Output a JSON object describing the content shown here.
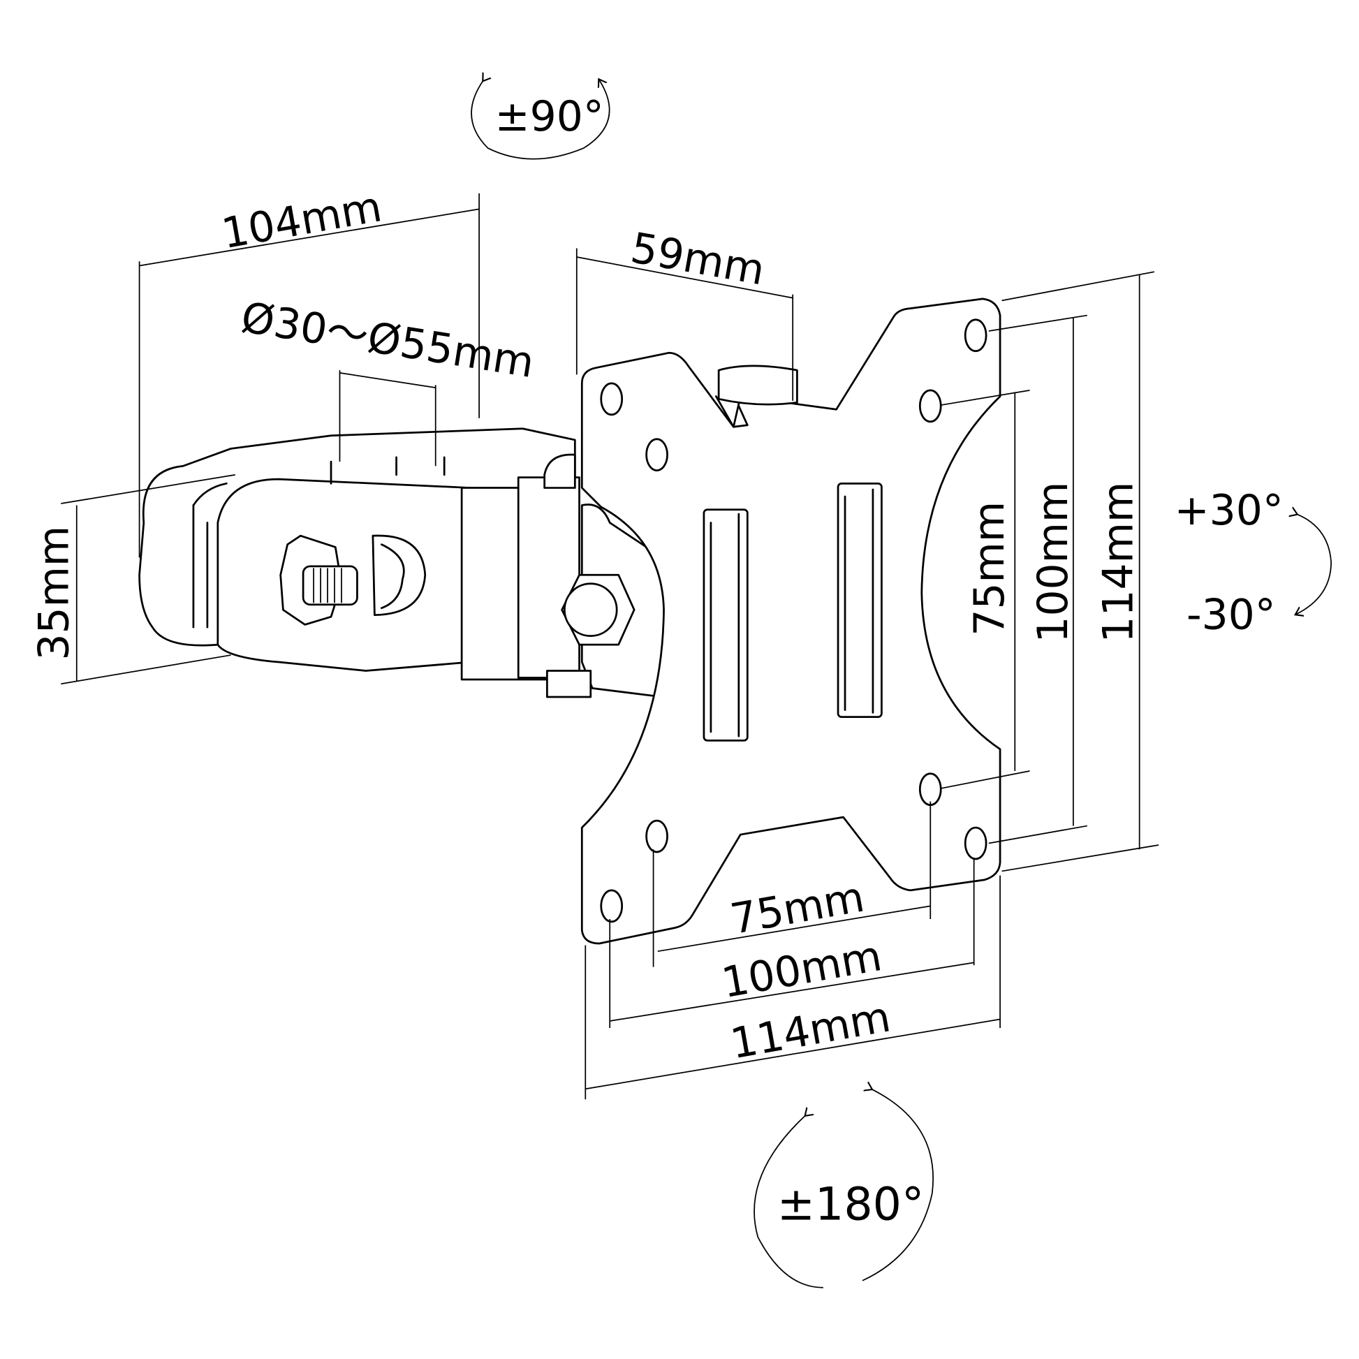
{
  "title": "Monitor mount dimensions diagram",
  "dimensions": {
    "arm_length": "104mm",
    "clamp_diameter": "Ø30～Ø55mm",
    "arm_height": "35mm",
    "plate_depth": "59mm",
    "vesa_v_small": "75mm",
    "vesa_v_large": "100mm",
    "plate_height": "114mm",
    "vesa_h_small": "75mm",
    "vesa_h_large": "100mm",
    "plate_width": "114mm"
  },
  "rotations": {
    "swivel": "±90°",
    "tilt_up": "+30°",
    "tilt_down": "-30°",
    "rotate": "±180°"
  },
  "colors": {
    "line": "#000000",
    "background": "#ffffff"
  }
}
